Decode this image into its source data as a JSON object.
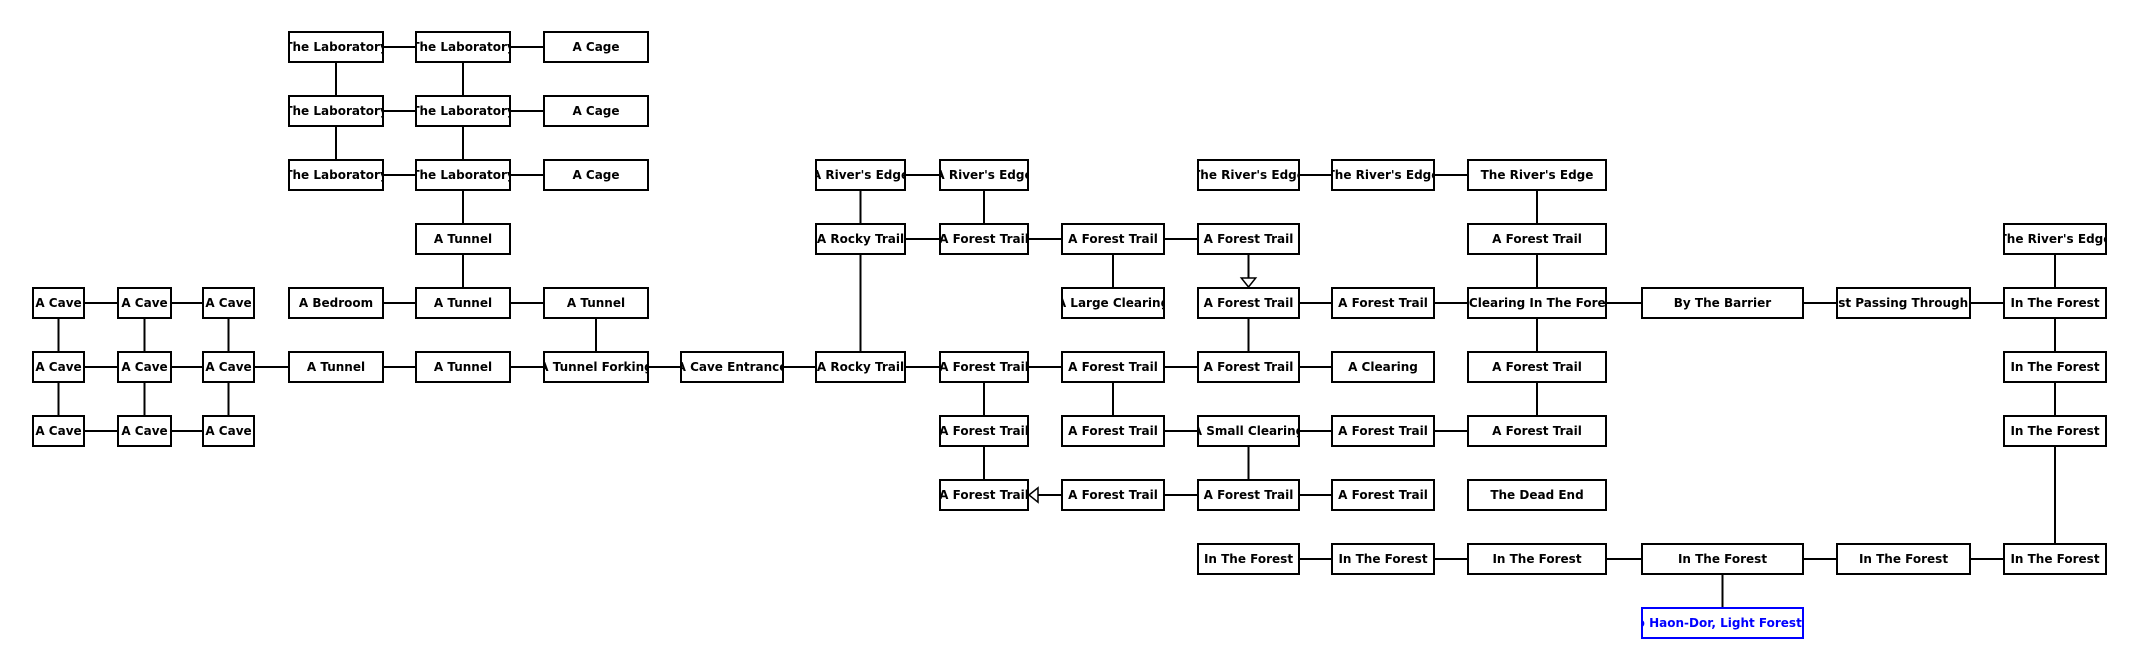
{
  "rooms": [
    {
      "id": "lab-1-1",
      "label": "The Laboratory",
      "col": "A",
      "row": 0
    },
    {
      "id": "lab-1-2",
      "label": "The Laboratory",
      "col": "B",
      "row": 0
    },
    {
      "id": "cage-1",
      "label": "A Cage",
      "col": "C",
      "row": 0
    },
    {
      "id": "lab-2-1",
      "label": "The Laboratory",
      "col": "A",
      "row": 1
    },
    {
      "id": "lab-2-2",
      "label": "The Laboratory",
      "col": "B",
      "row": 1
    },
    {
      "id": "cage-2",
      "label": "A Cage",
      "col": "C",
      "row": 1
    },
    {
      "id": "lab-3-1",
      "label": "The Laboratory",
      "col": "A",
      "row": 2
    },
    {
      "id": "lab-3-2",
      "label": "The Laboratory",
      "col": "B",
      "row": 2
    },
    {
      "id": "cage-3",
      "label": "A Cage",
      "col": "C",
      "row": 2
    },
    {
      "id": "tunnel-upper",
      "label": "A Tunnel",
      "col": "B",
      "row": 3
    },
    {
      "id": "bedroom",
      "label": "A Bedroom",
      "col": "A",
      "row": 4
    },
    {
      "id": "tunnel-mid",
      "label": "A Tunnel",
      "col": "B",
      "row": 4
    },
    {
      "id": "tunnel-right",
      "label": "A Tunnel",
      "col": "C",
      "row": 4
    },
    {
      "id": "cave-1-1",
      "label": "A Cave",
      "col": "c1",
      "row": 4
    },
    {
      "id": "cave-1-2",
      "label": "A Cave",
      "col": "c2",
      "row": 4
    },
    {
      "id": "cave-1-3",
      "label": "A Cave",
      "col": "c3",
      "row": 4
    },
    {
      "id": "cave-2-1",
      "label": "A Cave",
      "col": "c1",
      "row": 5
    },
    {
      "id": "cave-2-2",
      "label": "A Cave",
      "col": "c2",
      "row": 5
    },
    {
      "id": "cave-2-3",
      "label": "A Cave",
      "col": "c3",
      "row": 5
    },
    {
      "id": "cave-3-1",
      "label": "A Cave",
      "col": "c1",
      "row": 6
    },
    {
      "id": "cave-3-2",
      "label": "A Cave",
      "col": "c2",
      "row": 6
    },
    {
      "id": "cave-3-3",
      "label": "A Cave",
      "col": "c3",
      "row": 6
    },
    {
      "id": "tunnel-low-1",
      "label": "A Tunnel",
      "col": "A",
      "row": 5
    },
    {
      "id": "tunnel-low-2",
      "label": "A Tunnel",
      "col": "B",
      "row": 5
    },
    {
      "id": "tunnel-forking",
      "label": "A Tunnel Forking",
      "col": "C",
      "row": 5
    },
    {
      "id": "cave-entrance",
      "label": "A Cave Entrance",
      "col": "D",
      "row": 5
    },
    {
      "id": "rivers-edge-a",
      "label": "A River's Edge",
      "col": "E",
      "row": 2
    },
    {
      "id": "rivers-edge-b",
      "label": "A River's Edge",
      "col": "F",
      "row": 2
    },
    {
      "id": "rocky-trail-top",
      "label": "A Rocky Trail",
      "col": "E",
      "row": 3
    },
    {
      "id": "forest-trail-f3",
      "label": "A Forest Trail",
      "col": "F",
      "row": 3
    },
    {
      "id": "forest-trail-g3",
      "label": "A Forest Trail",
      "col": "G",
      "row": 3
    },
    {
      "id": "forest-trail-h3",
      "label": "A Forest Trail",
      "col": "H",
      "row": 3
    },
    {
      "id": "large-clearing",
      "label": "A Large Clearing",
      "col": "G",
      "row": 4
    },
    {
      "id": "rocky-trail-bottom",
      "label": "A Rocky Trail",
      "col": "E",
      "row": 5
    },
    {
      "id": "forest-trail-f5",
      "label": "A Forest Trail",
      "col": "F",
      "row": 5
    },
    {
      "id": "forest-trail-g5",
      "label": "A Forest Trail",
      "col": "G",
      "row": 5
    },
    {
      "id": "forest-trail-f6",
      "label": "A Forest Trail",
      "col": "F",
      "row": 6
    },
    {
      "id": "forest-trail-f7",
      "label": "A Forest Trail",
      "col": "F",
      "row": 7
    },
    {
      "id": "forest-trail-g6",
      "label": "A Forest Trail",
      "col": "G",
      "row": 6
    },
    {
      "id": "forest-trail-g7",
      "label": "A Forest Trail",
      "col": "G",
      "row": 7
    },
    {
      "id": "the-rivers-edge-h2",
      "label": "The River's Edge",
      "col": "H",
      "row": 2
    },
    {
      "id": "the-rivers-edge-i2",
      "label": "The River's Edge",
      "col": "I",
      "row": 2
    },
    {
      "id": "the-rivers-edge-j2",
      "label": "The River's Edge",
      "col": "J",
      "row": 2
    },
    {
      "id": "forest-trail-h4",
      "label": "A Forest Trail",
      "col": "H",
      "row": 4
    },
    {
      "id": "forest-trail-i4",
      "label": "A Forest Trail",
      "col": "I",
      "row": 4
    },
    {
      "id": "forest-trail-h5",
      "label": "A Forest Trail",
      "col": "H",
      "row": 5
    },
    {
      "id": "clearing",
      "label": "A Clearing",
      "col": "I",
      "row": 5
    },
    {
      "id": "small-clearing",
      "label": "A Small Clearing",
      "col": "H",
      "row": 6
    },
    {
      "id": "forest-trail-i6",
      "label": "A Forest Trail",
      "col": "I",
      "row": 6
    },
    {
      "id": "forest-trail-h7",
      "label": "A Forest Trail",
      "col": "H",
      "row": 7
    },
    {
      "id": "forest-trail-i7",
      "label": "A Forest Trail",
      "col": "I",
      "row": 7
    },
    {
      "id": "forest-trail-j3",
      "label": "A Forest Trail",
      "col": "J",
      "row": 3
    },
    {
      "id": "clearing-in-forest",
      "label": "A Clearing In The Forest",
      "col": "J",
      "row": 4
    },
    {
      "id": "forest-trail-j5",
      "label": "A Forest Trail",
      "col": "J",
      "row": 5
    },
    {
      "id": "forest-trail-j6",
      "label": "A Forest Trail",
      "col": "J",
      "row": 6
    },
    {
      "id": "dead-end",
      "label": "The Dead End",
      "col": "J",
      "row": 7
    },
    {
      "id": "by-the-barrier",
      "label": "By The Barrier",
      "col": "K",
      "row": 4
    },
    {
      "id": "just-passing",
      "label": "Just Passing Through...",
      "col": "L",
      "row": 4
    },
    {
      "id": "the-rivers-edge-m3",
      "label": "The River's Edge",
      "col": "M",
      "row": 3
    },
    {
      "id": "in-forest-m4",
      "label": "In The Forest",
      "col": "M",
      "row": 4
    },
    {
      "id": "in-forest-m5",
      "label": "In The Forest",
      "col": "M",
      "row": 5
    },
    {
      "id": "in-forest-m6",
      "label": "In The Forest",
      "col": "M",
      "row": 6
    },
    {
      "id": "in-forest-h8",
      "label": "In The Forest",
      "col": "H",
      "row": 8
    },
    {
      "id": "in-forest-i8",
      "label": "In The Forest",
      "col": "I",
      "row": 8
    },
    {
      "id": "in-forest-j8",
      "label": "In The Forest",
      "col": "J",
      "row": 8
    },
    {
      "id": "in-forest-k8",
      "label": "In The Forest",
      "col": "K",
      "row": 8
    },
    {
      "id": "in-forest-l8",
      "label": "In The Forest",
      "col": "L",
      "row": 8
    },
    {
      "id": "in-forest-m8",
      "label": "In The Forest",
      "col": "M",
      "row": 8
    },
    {
      "id": "to-haon-dor",
      "label": "To Haon-Dor, Light Forest II",
      "col": "K",
      "row": 9,
      "exit": true
    }
  ],
  "links": [
    [
      "lab-1-1",
      "lab-1-2"
    ],
    [
      "lab-1-2",
      "cage-1"
    ],
    [
      "lab-2-1",
      "lab-2-2"
    ],
    [
      "lab-2-2",
      "cage-2"
    ],
    [
      "lab-3-1",
      "lab-3-2"
    ],
    [
      "lab-3-2",
      "cage-3"
    ],
    [
      "lab-1-1",
      "lab-2-1"
    ],
    [
      "lab-2-1",
      "lab-3-1"
    ],
    [
      "lab-1-2",
      "lab-2-2"
    ],
    [
      "lab-2-2",
      "lab-3-2"
    ],
    [
      "lab-3-2",
      "tunnel-upper"
    ],
    [
      "tunnel-upper",
      "tunnel-mid"
    ],
    [
      "bedroom",
      "tunnel-mid"
    ],
    [
      "tunnel-mid",
      "tunnel-right"
    ],
    [
      "tunnel-right",
      "tunnel-forking"
    ],
    [
      "cave-1-1",
      "cave-1-2"
    ],
    [
      "cave-1-2",
      "cave-1-3"
    ],
    [
      "cave-2-1",
      "cave-2-2"
    ],
    [
      "cave-2-2",
      "cave-2-3"
    ],
    [
      "cave-3-1",
      "cave-3-2"
    ],
    [
      "cave-3-2",
      "cave-3-3"
    ],
    [
      "cave-1-1",
      "cave-2-1"
    ],
    [
      "cave-2-1",
      "cave-3-1"
    ],
    [
      "cave-1-2",
      "cave-2-2"
    ],
    [
      "cave-2-2",
      "cave-3-2"
    ],
    [
      "cave-1-3",
      "cave-2-3"
    ],
    [
      "cave-2-3",
      "cave-3-3"
    ],
    [
      "cave-2-3",
      "tunnel-low-1"
    ],
    [
      "tunnel-low-1",
      "tunnel-low-2"
    ],
    [
      "tunnel-low-2",
      "tunnel-forking"
    ],
    [
      "tunnel-forking",
      "cave-entrance"
    ],
    [
      "cave-entrance",
      "rocky-trail-bottom"
    ],
    [
      "rivers-edge-a",
      "rivers-edge-b"
    ],
    [
      "rivers-edge-a",
      "rocky-trail-top"
    ],
    [
      "rivers-edge-b",
      "forest-trail-f3"
    ],
    [
      "rocky-trail-top",
      "forest-trail-f3"
    ],
    [
      "rocky-trail-top",
      "rocky-trail-bottom"
    ],
    [
      "forest-trail-f3",
      "forest-trail-g3"
    ],
    [
      "forest-trail-g3",
      "forest-trail-h3"
    ],
    [
      "forest-trail-g3",
      "large-clearing"
    ],
    [
      "rocky-trail-bottom",
      "forest-trail-f5"
    ],
    [
      "forest-trail-f5",
      "forest-trail-g5"
    ],
    [
      "forest-trail-g5",
      "forest-trail-h5"
    ],
    [
      "forest-trail-f5",
      "forest-trail-f6"
    ],
    [
      "forest-trail-f6",
      "forest-trail-f7"
    ],
    [
      "forest-trail-g5",
      "forest-trail-g6"
    ],
    [
      "forest-trail-g6",
      "small-clearing"
    ],
    [
      "forest-trail-h4",
      "forest-trail-h5"
    ],
    [
      "forest-trail-h5",
      "clearing"
    ],
    [
      "forest-trail-h4",
      "forest-trail-i4"
    ],
    [
      "forest-trail-i4",
      "clearing-in-forest"
    ],
    [
      "small-clearing",
      "forest-trail-i6"
    ],
    [
      "forest-trail-i6",
      "forest-trail-j6"
    ],
    [
      "small-clearing",
      "forest-trail-h7"
    ],
    [
      "forest-trail-g7",
      "forest-trail-h7"
    ],
    [
      "forest-trail-h7",
      "forest-trail-i7"
    ],
    [
      "the-rivers-edge-h2",
      "the-rivers-edge-i2"
    ],
    [
      "the-rivers-edge-i2",
      "the-rivers-edge-j2"
    ],
    [
      "the-rivers-edge-j2",
      "forest-trail-j3"
    ],
    [
      "forest-trail-j3",
      "clearing-in-forest"
    ],
    [
      "clearing-in-forest",
      "forest-trail-j5"
    ],
    [
      "forest-trail-j5",
      "forest-trail-j6"
    ],
    [
      "clearing-in-forest",
      "by-the-barrier"
    ],
    [
      "by-the-barrier",
      "just-passing"
    ],
    [
      "just-passing",
      "in-forest-m4"
    ],
    [
      "the-rivers-edge-m3",
      "in-forest-m4"
    ],
    [
      "in-forest-m4",
      "in-forest-m5"
    ],
    [
      "in-forest-m5",
      "in-forest-m6"
    ],
    [
      "in-forest-m6",
      "in-forest-m8"
    ],
    [
      "in-forest-h8",
      "in-forest-i8"
    ],
    [
      "in-forest-i8",
      "in-forest-j8"
    ],
    [
      "in-forest-j8",
      "in-forest-k8"
    ],
    [
      "in-forest-k8",
      "in-forest-l8"
    ],
    [
      "in-forest-l8",
      "in-forest-m8"
    ],
    [
      "in-forest-k8",
      "to-haon-dor"
    ]
  ],
  "one_way": [
    {
      "from": "forest-trail-h3",
      "to": "forest-trail-h4"
    },
    {
      "from": "forest-trail-g7",
      "to": "forest-trail-f7"
    }
  ]
}
